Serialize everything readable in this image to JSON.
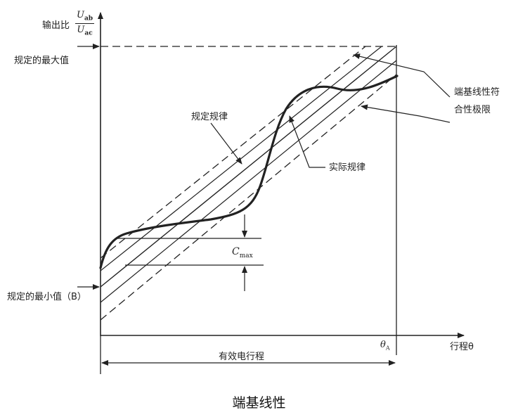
{
  "labels": {
    "y_axis_prefix": "输出比",
    "u_ab_sym": "U",
    "u_ab_sub": "ab",
    "u_ac_sym": "U",
    "u_ac_sub": "ac",
    "max_value": "规定的最大值",
    "min_value": "规定的最小值（B）",
    "specified_law": "规定规律",
    "actual_law": "实际规律",
    "tolerance_line1": "端基线性符",
    "tolerance_line2": "合性极限",
    "c_sym": "C",
    "c_sub": "max",
    "travel_axis": "行程θ",
    "theta_sym": "θ",
    "theta_sub": "A",
    "effective_travel": "有效电行程",
    "caption": "端基线性"
  }
}
